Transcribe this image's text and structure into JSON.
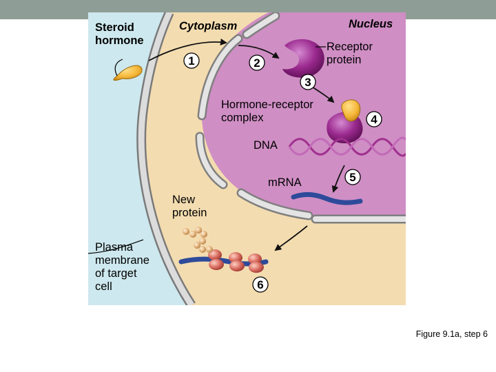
{
  "labels": {
    "steroid_hormone": "Steroid\nhormone",
    "cytoplasm": "Cytoplasm",
    "nucleus": "Nucleus",
    "receptor_protein": "Receptor\nprotein",
    "hormone_receptor_complex": "Hormone-receptor\ncomplex",
    "dna": "DNA",
    "mrna": "mRNA",
    "new_protein": "New\nprotein",
    "plasma_membrane": "Plasma\nmembrane\nof target\ncell"
  },
  "steps": [
    "1",
    "2",
    "3",
    "4",
    "5",
    "6"
  ],
  "caption": "Figure 9.1a, step 6",
  "colors": {
    "extracellular": "#cde8ee",
    "cytoplasm": "#f3dcb0",
    "nucleus": "#cf8ec4",
    "membrane": "#b8b8b8",
    "hormone": "#f5b83a",
    "receptor": "#9b2a8f",
    "dna": "#a0308e",
    "mrna": "#2e4a9a",
    "protein": "#d86a5e",
    "topbar": "#8e9d95"
  }
}
